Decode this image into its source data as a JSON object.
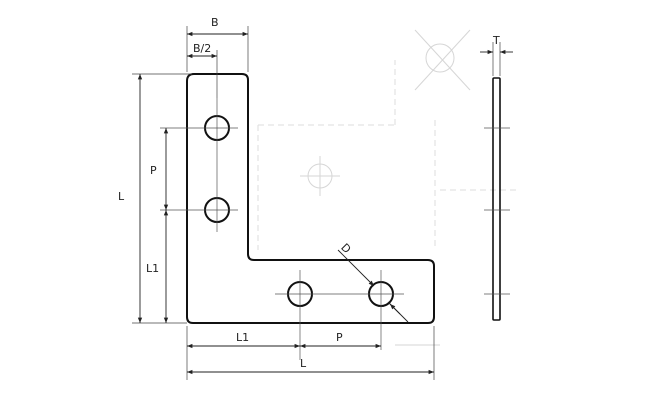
{
  "diagram": {
    "labels": {
      "B": "B",
      "B_half": "B/2",
      "P_vertical": "P",
      "L_vertical": "L",
      "L1_vertical": "L1",
      "D": "D",
      "L1_horizontal": "L1",
      "P_horizontal": "P",
      "L_horizontal": "L",
      "T": "T"
    }
  }
}
